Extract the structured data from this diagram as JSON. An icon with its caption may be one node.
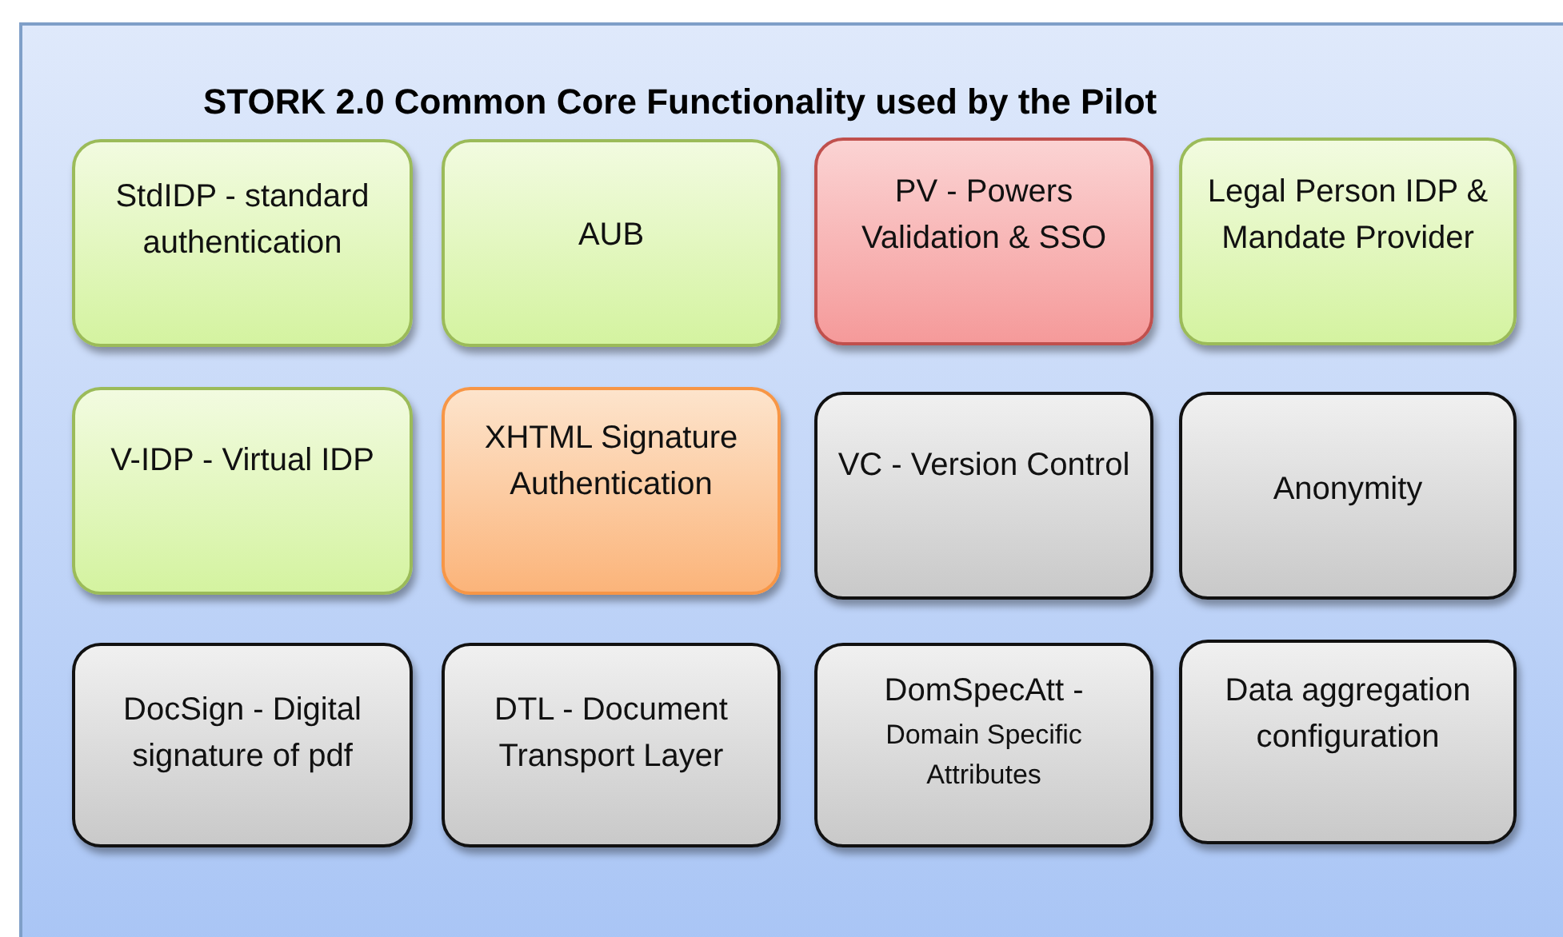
{
  "diagram": {
    "nodes": [
      {
        "text": [
          "STORK 2.0 Common Core Functionality used by the Pilot"
        ]
      },
      {
        "text": [
          "StdIDP - standard authentication"
        ],
        "in": 0
      },
      {
        "text": [
          "AUB"
        ],
        "in": 0
      },
      {
        "text": [
          "PV - Powers Validation & SSO"
        ],
        "in": 0
      },
      {
        "text": [
          "Legal Person IDP & Mandate Provider"
        ],
        "in": 0
      },
      {
        "text": [
          "V-IDP - Virtual IDP"
        ],
        "in": 0
      },
      {
        "text": [
          "XHTML Signature Authentication"
        ],
        "in": 0
      },
      {
        "text": [
          "VC - Version Control"
        ],
        "in": 0
      },
      {
        "text": [
          "Anonymity"
        ],
        "in": 0
      },
      {
        "text": [
          "DocSign - Digital signature of pdf"
        ],
        "in": 0
      },
      {
        "text": [
          "DTL - Document Transport Layer"
        ],
        "in": 0
      },
      {
        "text": [
          "DomSpecAtt -",
          "Domain Specific Attributes"
        ],
        "in": 0
      },
      {
        "text": [
          "Data aggregation configuration"
        ],
        "in": 0
      }
    ]
  }
}
